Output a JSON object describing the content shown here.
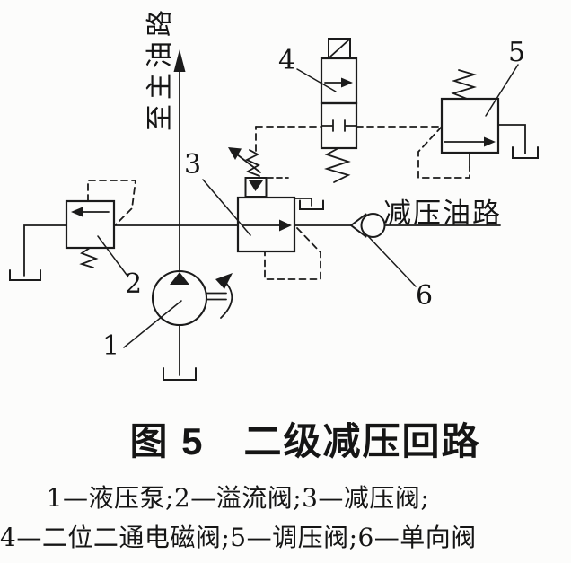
{
  "figure": {
    "labels": {
      "to_main_line": "至主油路",
      "reduced_line": "减压油路"
    },
    "callouts": {
      "pump": "1",
      "relief_valve": "2",
      "reducing_valve": "3",
      "solenoid_valve": "4",
      "regulating_valve": "5",
      "check_valve": "6"
    },
    "caption": {
      "title": "图 5　二级减压回路"
    },
    "legend": {
      "line1": "1—液压泵;2—溢流阀;3—减压阀;",
      "line2": "4—二位二通电磁阀;5—调压阀;6—单向阀"
    },
    "colors": {
      "ink": "#1b1b1b",
      "paper": "#fcfcfb"
    }
  }
}
